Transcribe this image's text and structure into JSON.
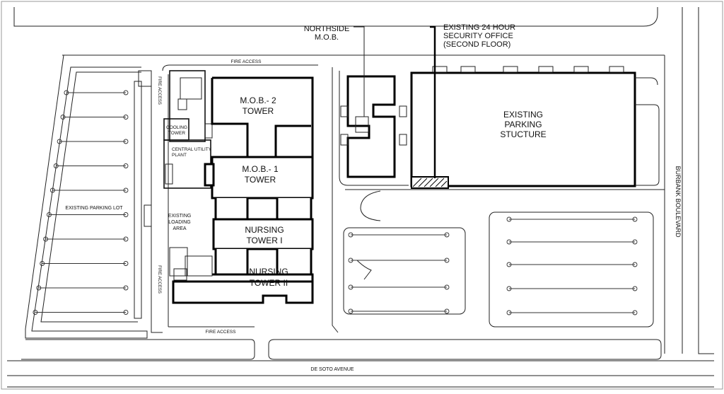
{
  "map": {
    "labels": {
      "northside_mob": [
        "NORTHSIDE",
        "M.O.B."
      ],
      "security_office": [
        "EXISTING 24 HOUR",
        "SECURITY OFFICE",
        "(SECOND FLOOR)"
      ],
      "mob2_tower": [
        "M.O.B.- 2",
        "TOWER"
      ],
      "mob1_tower": [
        "M.O.B.- 1",
        "TOWER"
      ],
      "nursing_tower_1": [
        "NURSING",
        "TOWER I"
      ],
      "nursing_tower_2": [
        "NURSING",
        "TOWER II"
      ],
      "parking_structure": [
        "EXISTING",
        "PARKING",
        "STUCTURE"
      ],
      "cooling_tower": [
        "COOLING",
        "TOWER"
      ],
      "central_utility_plant": [
        "CENTRAL UTILITY",
        "PLANT"
      ],
      "loading_area": [
        "EXISTING",
        "LOADING",
        "AREA"
      ],
      "parking_lot": "EXISTING PARKING LOT",
      "fire_access_top": "FIRE ACCESS",
      "fire_access_bottom": "FIRE ACCESS",
      "fire_access_upper_left": "FIRE ACCESS",
      "fire_access_lower_left": "FIRE ACCESS",
      "burbank_boulevard": "BURBANK BOULEVARD",
      "de_soto_avenue": "DE SOTO AVENUE"
    }
  }
}
